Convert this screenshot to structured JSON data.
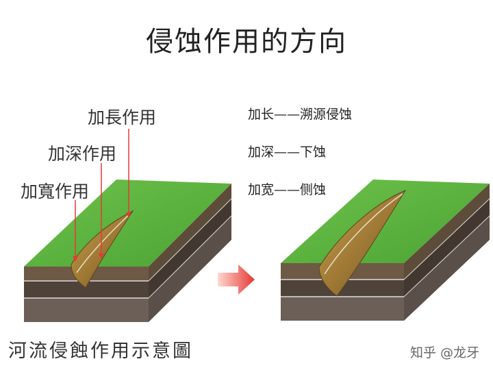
{
  "title": "侵蚀作用的方向",
  "labels": {
    "lengthen": "加長作用",
    "deepen": "加深作用",
    "widen": "加寬作用"
  },
  "legend": [
    {
      "term": "加长",
      "dash": "——",
      "meaning": "溯源侵蚀"
    },
    {
      "term": "加深",
      "dash": "——",
      "meaning": "下蚀"
    },
    {
      "term": "加宽",
      "dash": "——",
      "meaning": "侧蚀"
    }
  ],
  "caption": "河流侵蝕作用示意圖",
  "watermark": "知乎 @龙牙",
  "colors": {
    "grass": "#5db33c",
    "grass_dark": "#3f8f2c",
    "soil_top": "#6e5a44",
    "soil_mid": "#54463a",
    "soil_low": "#6a5d55",
    "arrow": "#e53935"
  }
}
